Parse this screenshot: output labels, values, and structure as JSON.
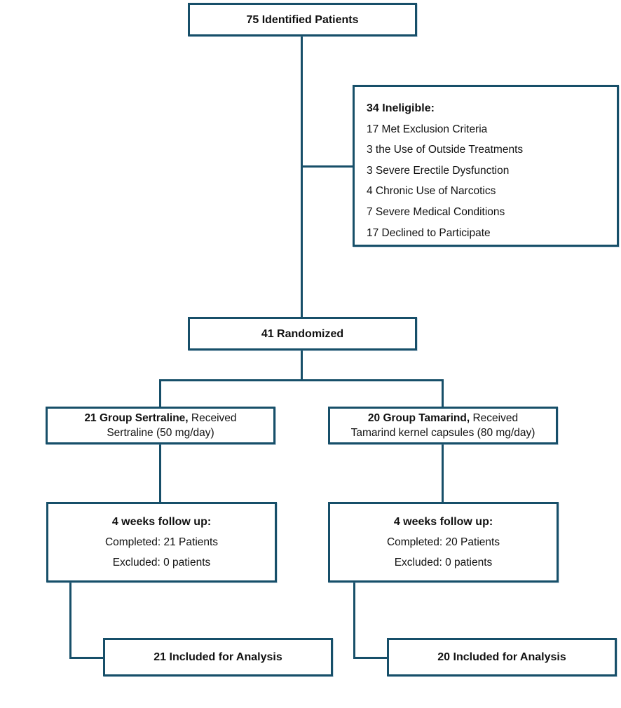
{
  "nodes": {
    "identified": {
      "label": "75 Identified Patients"
    },
    "ineligible": {
      "heading": "34 Ineligible:",
      "items": [
        "17 Met Exclusion Criteria",
        "3 the Use of Outside Treatments",
        "3 Severe Erectile Dysfunction",
        "4 Chronic Use of Narcotics",
        "7 Severe Medical Conditions",
        "17 Declined to Participate"
      ]
    },
    "randomized": {
      "label": "41 Randomized"
    },
    "group_sertraline": {
      "bold": "21 Group Sertraline,",
      "regular": " Received",
      "line2": "Sertraline (50 mg/day)"
    },
    "group_tamarind": {
      "bold": "20 Group Tamarind,",
      "regular": " Received",
      "line2": "Tamarind kernel capsules (80 mg/day)"
    },
    "followup_sertraline": {
      "heading": "4 weeks follow up:",
      "completed": "Completed: 21 Patients",
      "excluded": "Excluded: 0 patients"
    },
    "followup_tamarind": {
      "heading": "4 weeks follow up:",
      "completed": "Completed: 20 Patients",
      "excluded": "Excluded: 0 patients"
    },
    "analysis_sertraline": {
      "label": "21 Included for Analysis"
    },
    "analysis_tamarind": {
      "label": "20 Included for Analysis"
    }
  },
  "colors": {
    "border": "#174F69",
    "text": "#111111",
    "background": "#ffffff"
  }
}
